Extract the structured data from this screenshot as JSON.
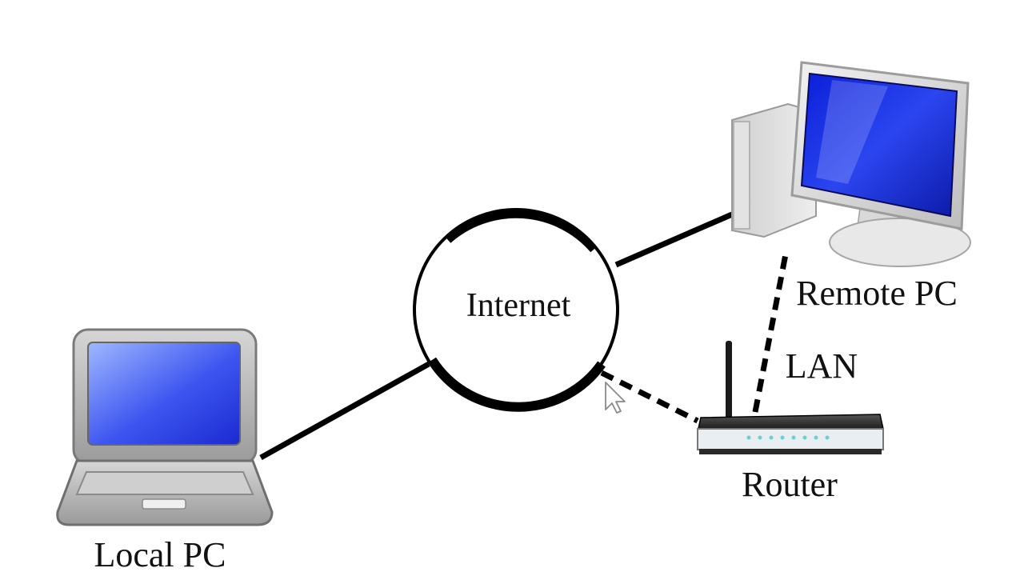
{
  "nodes": {
    "internet": {
      "label": "Internet"
    },
    "local_pc": {
      "label": "Local PC"
    },
    "remote_pc": {
      "label": "Remote PC"
    },
    "router": {
      "label": "Router"
    }
  },
  "links": {
    "lan": {
      "label": "LAN"
    }
  },
  "colors": {
    "screen_blue": "#2233dd",
    "screen_light": "#8fa8ff",
    "device_gray": "#b8b8b8",
    "line": "#000000"
  }
}
